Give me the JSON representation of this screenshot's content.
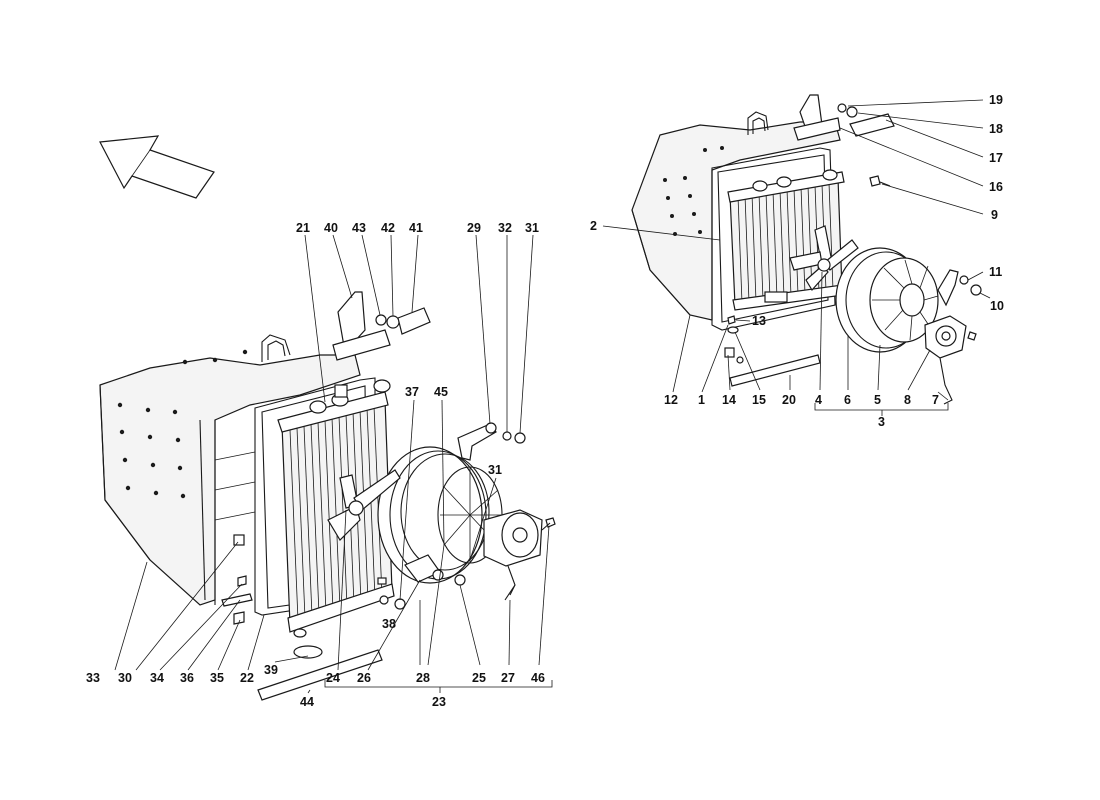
{
  "left_assembly": {
    "labels": [
      {
        "id": "21",
        "text": "21"
      },
      {
        "id": "40",
        "text": "40"
      },
      {
        "id": "43",
        "text": "43"
      },
      {
        "id": "42",
        "text": "42"
      },
      {
        "id": "41",
        "text": "41"
      },
      {
        "id": "29",
        "text": "29"
      },
      {
        "id": "32",
        "text": "32"
      },
      {
        "id": "31a",
        "text": "31"
      },
      {
        "id": "37",
        "text": "37"
      },
      {
        "id": "45",
        "text": "45"
      },
      {
        "id": "31b",
        "text": "31"
      },
      {
        "id": "38",
        "text": "38"
      },
      {
        "id": "33",
        "text": "33"
      },
      {
        "id": "30",
        "text": "30"
      },
      {
        "id": "34",
        "text": "34"
      },
      {
        "id": "36",
        "text": "36"
      },
      {
        "id": "35",
        "text": "35"
      },
      {
        "id": "22",
        "text": "22"
      },
      {
        "id": "39",
        "text": "39"
      },
      {
        "id": "24",
        "text": "24"
      },
      {
        "id": "26",
        "text": "26"
      },
      {
        "id": "28",
        "text": "28"
      },
      {
        "id": "25",
        "text": "25"
      },
      {
        "id": "27",
        "text": "27"
      },
      {
        "id": "46",
        "text": "46"
      },
      {
        "id": "44",
        "text": "44"
      },
      {
        "id": "23",
        "text": "23"
      }
    ]
  },
  "right_assembly": {
    "labels": [
      {
        "id": "19",
        "text": "19"
      },
      {
        "id": "18",
        "text": "18"
      },
      {
        "id": "17",
        "text": "17"
      },
      {
        "id": "16",
        "text": "16"
      },
      {
        "id": "9",
        "text": "9"
      },
      {
        "id": "2",
        "text": "2"
      },
      {
        "id": "11",
        "text": "11"
      },
      {
        "id": "10",
        "text": "10"
      },
      {
        "id": "13",
        "text": "13"
      },
      {
        "id": "12",
        "text": "12"
      },
      {
        "id": "1",
        "text": "1"
      },
      {
        "id": "14",
        "text": "14"
      },
      {
        "id": "15",
        "text": "15"
      },
      {
        "id": "20",
        "text": "20"
      },
      {
        "id": "4",
        "text": "4"
      },
      {
        "id": "6",
        "text": "6"
      },
      {
        "id": "5",
        "text": "5"
      },
      {
        "id": "8",
        "text": "8"
      },
      {
        "id": "7",
        "text": "7"
      },
      {
        "id": "3",
        "text": "3"
      }
    ]
  },
  "icons": {
    "direction_arrow": "direction-arrow-icon"
  }
}
